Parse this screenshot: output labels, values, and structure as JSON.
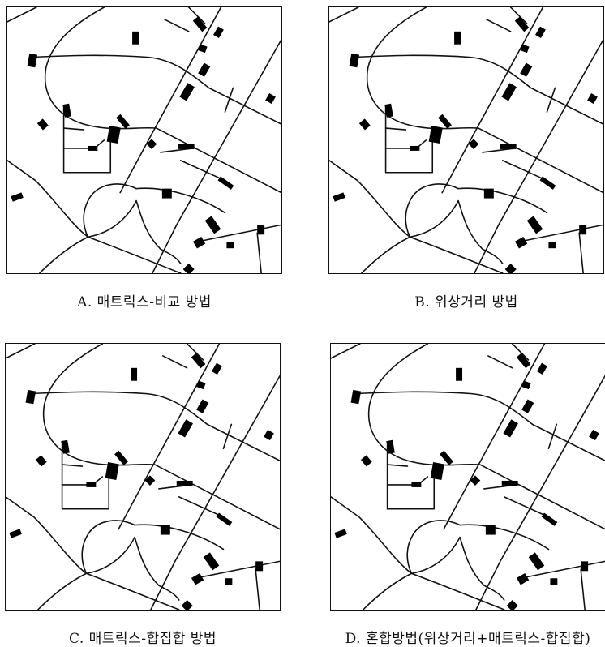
{
  "figure": {
    "panels": [
      {
        "id": "A",
        "caption": "A. 매트릭스-비교 방법"
      },
      {
        "id": "B",
        "caption": "B. 위상거리 방법"
      },
      {
        "id": "C",
        "caption": "C. 매트릭스-합집합 방법"
      },
      {
        "id": "D",
        "caption": "D. 혼합방법(위상거리+매트릭스-합집합)"
      }
    ]
  },
  "map": {
    "road_color": "#111111",
    "building_color": "#000000",
    "background": "#ffffff"
  }
}
